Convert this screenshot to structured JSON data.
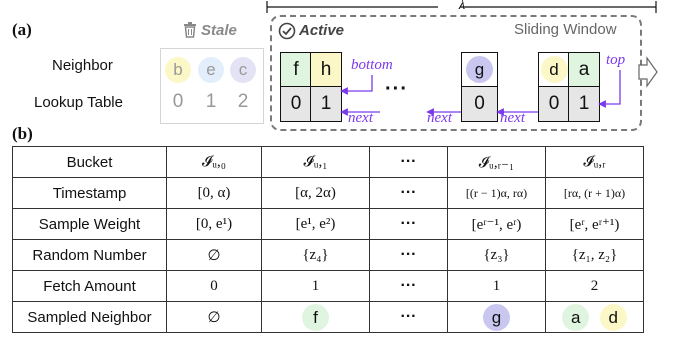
{
  "panel_a": {
    "label": "(a)",
    "stale_label": "Stale",
    "active_label": "Active",
    "window_label": "Sliding Window",
    "lambda": "λ",
    "row_neighbor": "Neighbor",
    "row_lookup": "Lookup Table",
    "stale_neighbors": [
      "b",
      "e",
      "c"
    ],
    "stale_lookup": [
      "0",
      "1",
      "2"
    ],
    "block1": {
      "top": [
        "f",
        "h"
      ],
      "bottom": [
        "0",
        "1"
      ]
    },
    "block2": {
      "top": [
        "g"
      ],
      "bottom": [
        "0"
      ]
    },
    "block3": {
      "top": [
        "d",
        "a"
      ],
      "bottom": [
        "0",
        "1"
      ]
    },
    "ellipsis": "···",
    "ptr_bottom": "bottom",
    "ptr_top": "top",
    "ptr_next": "next"
  },
  "panel_b": {
    "label": "(b)",
    "rows": [
      {
        "label": "Bucket",
        "cells": [
          "𝓘ᵤ,₀",
          "𝓘ᵤ,₁",
          "···",
          "𝓘ᵤ,ᵣ₋₁",
          "𝓘ᵤ,ᵣ"
        ]
      },
      {
        "label": "Timestamp",
        "cells": [
          "[0, α)",
          "[α, 2α)",
          "···",
          "[(r − 1)α, rα)",
          "[rα, (r + 1)α)"
        ]
      },
      {
        "label": "Sample Weight",
        "cells": [
          "[0, e¹)",
          "[e¹, e²)",
          "···",
          "[eʳ⁻¹, eʳ)",
          "[eʳ, eʳ⁺¹)"
        ]
      },
      {
        "label": "Random Number",
        "cells": [
          "∅",
          "{z₄}",
          "···",
          "{z₃}",
          "{z₁, z₂}"
        ]
      },
      {
        "label": "Fetch Amount",
        "cells": [
          "0",
          "1",
          "···",
          "1",
          "2"
        ]
      },
      {
        "label": "Sampled Neighbor",
        "cells": [
          "∅",
          "f",
          "···",
          "g",
          "a d"
        ]
      }
    ],
    "sampled": {
      "c1": "f",
      "c3": "g",
      "c4a": "a",
      "c4b": "d"
    }
  },
  "colors": {
    "green": "#dff5df",
    "yellow": "#fbf7c6",
    "blue": "#c9c7f0",
    "purple": "#7c3aed",
    "stale_grey": "#9a9a9a",
    "cell_fill": "#e6e6e6"
  }
}
